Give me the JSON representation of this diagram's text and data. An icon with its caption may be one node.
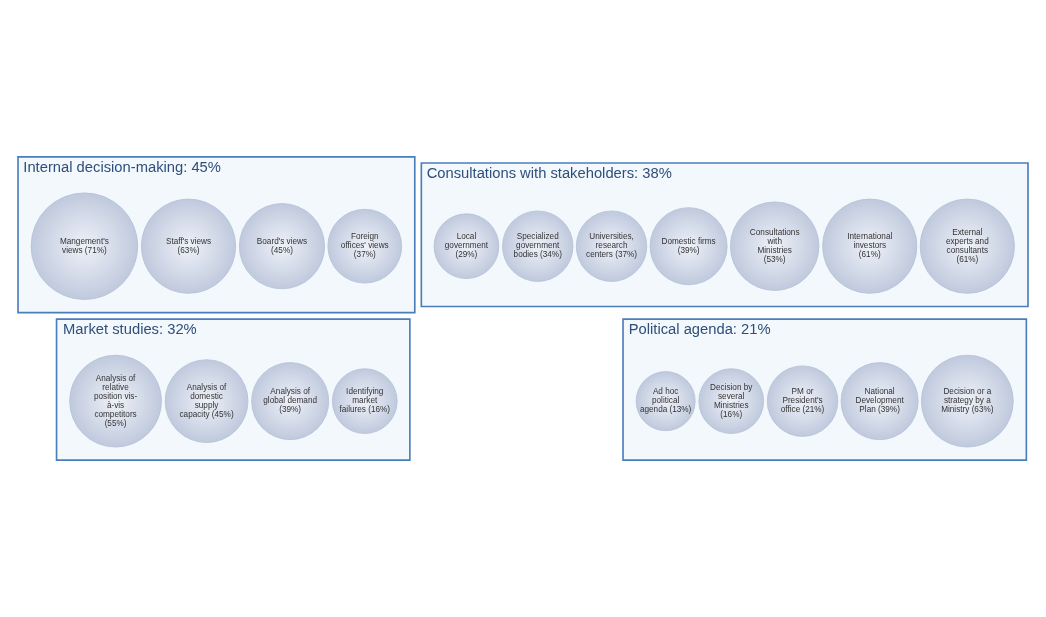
{
  "diagram": {
    "nodes": [
      {
        "text": [
          "Internal decision-making: 45%"
        ]
      },
      {
        "text": [
          "Foreign offices' views (37%)"
        ],
        "in": 0
      },
      {
        "text": [
          "Board's views (45%)"
        ],
        "in": 0
      },
      {
        "text": [
          "Staff's views (63%)"
        ],
        "in": 0
      },
      {
        "text": [
          "Mangement's views (71%)"
        ],
        "in": 0
      },
      {
        "text": [
          "Consultations with stakeholders: 38%"
        ]
      },
      {
        "text": [
          "External experts and consultants (61%)"
        ],
        "in": 5
      },
      {
        "text": [
          "International investors (61%)"
        ],
        "in": 5
      },
      {
        "text": [
          "Consultations with Ministries (53%)"
        ],
        "in": 5
      },
      {
        "text": [
          "Domestic firms (39%)"
        ],
        "in": 5
      },
      {
        "text": [
          "Universities, research centers (37%)"
        ],
        "in": 5
      },
      {
        "text": [
          "Specialized government bodies (34%)"
        ],
        "in": 5
      },
      {
        "text": [
          "Local government (29%)"
        ],
        "in": 5
      },
      {
        "text": [
          "Market studies: 32%"
        ]
      },
      {
        "text": [
          "Identifying market failures (16%)"
        ],
        "in": 13
      },
      {
        "text": [
          "Analysis of global demand (39%)"
        ],
        "in": 13
      },
      {
        "text": [
          "Analysis of domestic supply capacity (45%)"
        ],
        "in": 13
      },
      {
        "text": [
          "Analysis of relative position vis-à-vis competitors (55%)"
        ],
        "in": 13
      },
      {
        "text": [
          "Political agenda: 21%"
        ]
      },
      {
        "text": [
          "Decision or a strategy by a Ministry (63%)"
        ],
        "in": 18
      },
      {
        "text": [
          "National Development Plan (39%)"
        ],
        "in": 18
      },
      {
        "text": [
          "PM or President's office (21%)"
        ],
        "in": 18
      },
      {
        "text": [
          "Decision by several Ministries (16%)"
        ],
        "in": 18
      },
      {
        "text": [
          "Ad hoc political agenda (13%)"
        ],
        "in": 18
      }
    ],
    "edges": []
  }
}
